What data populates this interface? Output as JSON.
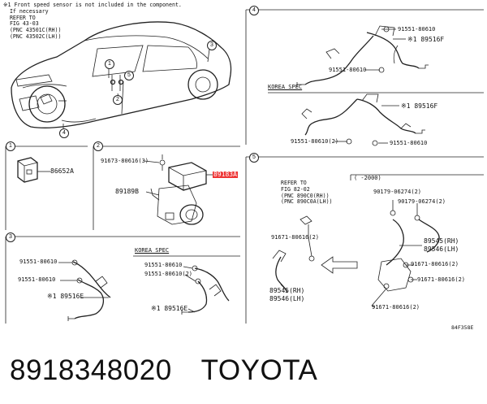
{
  "note_top": "※1 Front speed sensor is not included in the component.\n  If necessary\n  REFER TO\n  FIG 43-03\n  (PNC 43501C(RH))\n  (PNC 43502C(LH))",
  "callouts": {
    "c1": "1",
    "c2": "2",
    "c3": "3",
    "c4": "4",
    "c5": "5"
  },
  "section4": {
    "label_a": "91551-80610",
    "label_b": "※1 89516F",
    "label_c": "91551-80610",
    "korea_spec": "KOREA SPEC",
    "label_d": "※1 89516F",
    "label_e": "91551-80610(2)",
    "label_f": "91551-80610"
  },
  "section1": {
    "part": "86652A"
  },
  "section2": {
    "screw": "91673-80616(3)",
    "highlight": "89183A",
    "bracket": "89189B"
  },
  "section3": {
    "a": "91551-80610",
    "b": "91551-80610",
    "c": "※1 89516E",
    "korea_spec": "KOREA SPEC",
    "d": "91551-80610",
    "e": "91551-80610(2)",
    "f": "※1 89516E"
  },
  "section5": {
    "refer": "REFER TO\nFIG 82-02\n(PNC 890C0(RH))\n(PNC 890C0A(LH))",
    "period": "(    -2000)",
    "a": "90179-06274(2)",
    "b": "90179-06274(2)",
    "c": "91671-80616(2)",
    "d": "89545(RH)",
    "e": "89546(LH)",
    "f": "91671-80616(2)",
    "g": "89545(RH)",
    "h": "89546(LH)",
    "i": "91671-80616(2)",
    "j": "91671-80616(2)"
  },
  "figure_code": "84F358E",
  "caption": {
    "part_number": "8918348020",
    "brand": "TOYOTA"
  }
}
